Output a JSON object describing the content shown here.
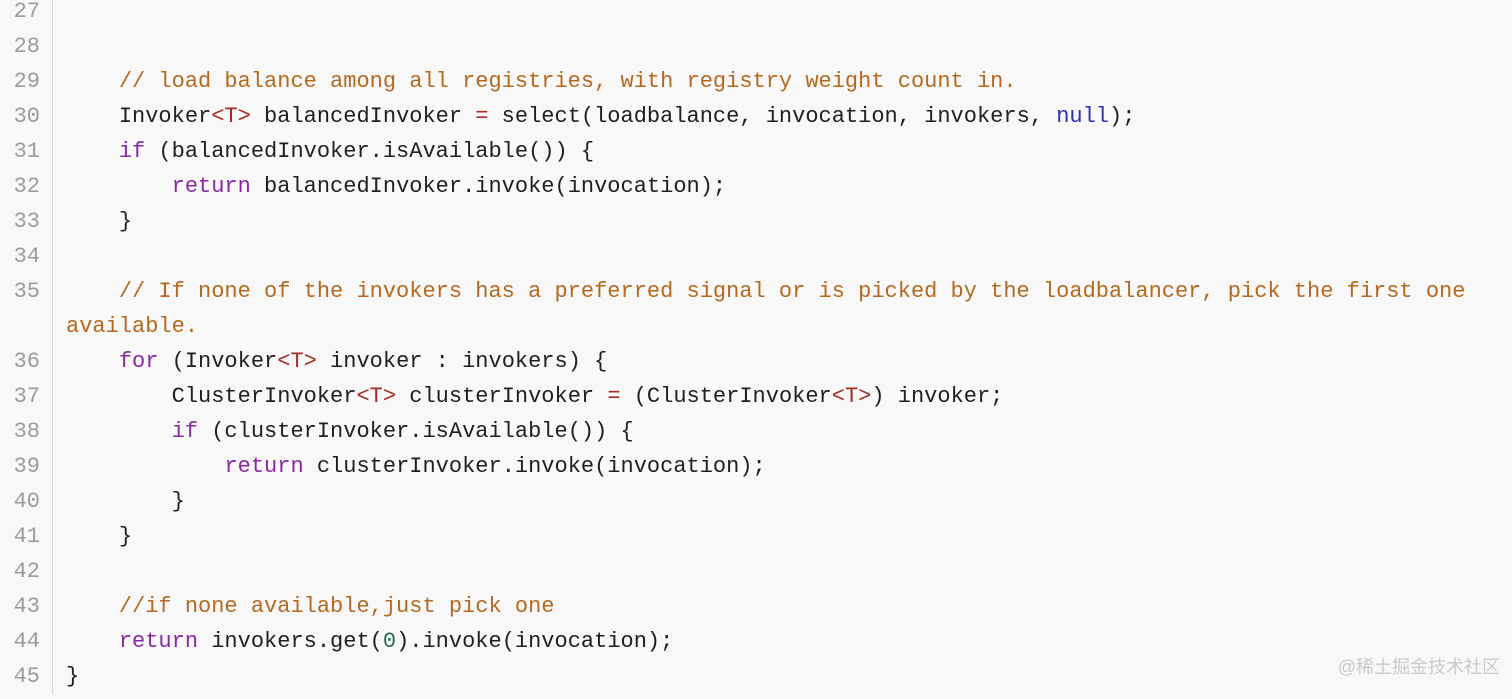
{
  "editor": {
    "colors": {
      "background": "#f8f8f8",
      "gutter": "#9b9b9b",
      "divider": "#d8d8d8",
      "text": "#1f1f1f",
      "comment": "#b5691e",
      "keyword": "#8a28a4",
      "generic": "#a12d26",
      "constant": "#2e34a7",
      "number": "#25714f",
      "watermark": "#cbcbcb"
    },
    "first_line_number": 27,
    "last_line_number": 45,
    "lines": [
      {
        "number": "27",
        "tokens": []
      },
      {
        "number": "28",
        "tokens": []
      },
      {
        "number": "29",
        "tokens": [
          {
            "type": "plain",
            "text": "    "
          },
          {
            "type": "comment",
            "text": "// load balance among all registries, with registry weight count in."
          }
        ]
      },
      {
        "number": "30",
        "tokens": [
          {
            "type": "plain",
            "text": "    Invoker"
          },
          {
            "type": "generic",
            "text": "<T>"
          },
          {
            "type": "plain",
            "text": " balancedInvoker "
          },
          {
            "type": "generic",
            "text": "="
          },
          {
            "type": "plain",
            "text": " select(loadbalance, invocation, invokers, "
          },
          {
            "type": "constant",
            "text": "null"
          },
          {
            "type": "plain",
            "text": ");"
          }
        ]
      },
      {
        "number": "31",
        "tokens": [
          {
            "type": "plain",
            "text": "    "
          },
          {
            "type": "keyword",
            "text": "if"
          },
          {
            "type": "plain",
            "text": " (balancedInvoker.isAvailable()) {"
          }
        ]
      },
      {
        "number": "32",
        "tokens": [
          {
            "type": "plain",
            "text": "        "
          },
          {
            "type": "keyword",
            "text": "return"
          },
          {
            "type": "plain",
            "text": " balancedInvoker.invoke(invocation);"
          }
        ]
      },
      {
        "number": "33",
        "tokens": [
          {
            "type": "plain",
            "text": "    }"
          }
        ]
      },
      {
        "number": "34",
        "tokens": []
      },
      {
        "number": "35",
        "tokens": [
          {
            "type": "plain",
            "text": "    "
          },
          {
            "type": "comment",
            "text": "// If none of the invokers has a preferred signal or is picked by the loadbalancer, pick the first one available."
          }
        ]
      },
      {
        "number": "36",
        "tokens": [
          {
            "type": "plain",
            "text": "    "
          },
          {
            "type": "keyword",
            "text": "for"
          },
          {
            "type": "plain",
            "text": " (Invoker"
          },
          {
            "type": "generic",
            "text": "<T>"
          },
          {
            "type": "plain",
            "text": " invoker : invokers) {"
          }
        ]
      },
      {
        "number": "37",
        "tokens": [
          {
            "type": "plain",
            "text": "        ClusterInvoker"
          },
          {
            "type": "generic",
            "text": "<T>"
          },
          {
            "type": "plain",
            "text": " clusterInvoker "
          },
          {
            "type": "generic",
            "text": "="
          },
          {
            "type": "plain",
            "text": " (ClusterInvoker"
          },
          {
            "type": "generic",
            "text": "<T>"
          },
          {
            "type": "plain",
            "text": ") invoker;"
          }
        ]
      },
      {
        "number": "38",
        "tokens": [
          {
            "type": "plain",
            "text": "        "
          },
          {
            "type": "keyword",
            "text": "if"
          },
          {
            "type": "plain",
            "text": " (clusterInvoker.isAvailable()) {"
          }
        ]
      },
      {
        "number": "39",
        "tokens": [
          {
            "type": "plain",
            "text": "            "
          },
          {
            "type": "keyword",
            "text": "return"
          },
          {
            "type": "plain",
            "text": " clusterInvoker.invoke(invocation);"
          }
        ]
      },
      {
        "number": "40",
        "tokens": [
          {
            "type": "plain",
            "text": "        }"
          }
        ]
      },
      {
        "number": "41",
        "tokens": [
          {
            "type": "plain",
            "text": "    }"
          }
        ]
      },
      {
        "number": "42",
        "tokens": []
      },
      {
        "number": "43",
        "tokens": [
          {
            "type": "plain",
            "text": "    "
          },
          {
            "type": "comment",
            "text": "//if none available,just pick one"
          }
        ]
      },
      {
        "number": "44",
        "tokens": [
          {
            "type": "plain",
            "text": "    "
          },
          {
            "type": "keyword",
            "text": "return"
          },
          {
            "type": "plain",
            "text": " invokers.get("
          },
          {
            "type": "number",
            "text": "0"
          },
          {
            "type": "plain",
            "text": ").invoke(invocation);"
          }
        ]
      },
      {
        "number": "45",
        "tokens": [
          {
            "type": "plain",
            "text": "}"
          }
        ]
      }
    ]
  },
  "watermark": {
    "text": "@稀土掘金技术社区"
  }
}
